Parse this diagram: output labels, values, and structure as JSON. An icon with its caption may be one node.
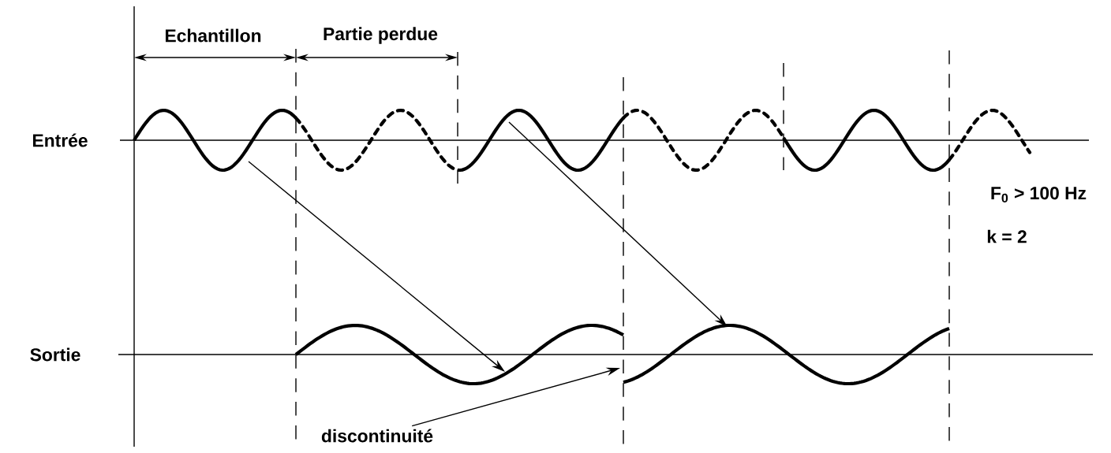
{
  "diagram": {
    "nodes": [
      {
        "text": [],
        "shape": "picture"
      },
      {
        "text": [],
        "shape": "picture"
      },
      {
        "text": [],
        "shape": "picture"
      },
      {
        "text": [],
        "shape": "picture"
      },
      {
        "text": [
          "discontinuité"
        ]
      }
    ],
    "edges": [
      {
        "from": 0,
        "to": 2,
        "arrow": "to"
      },
      {
        "from": 1,
        "to": 3,
        "arrow": "to"
      },
      {
        "from": 4,
        "to": 2,
        "arrow": "to"
      }
    ],
    "labels": [
      "Echantillon",
      "Partie perdue",
      "Entrée",
      "Sortie",
      "F$_{0}$ > 100 Hz",
      "k = 2"
    ]
  }
}
